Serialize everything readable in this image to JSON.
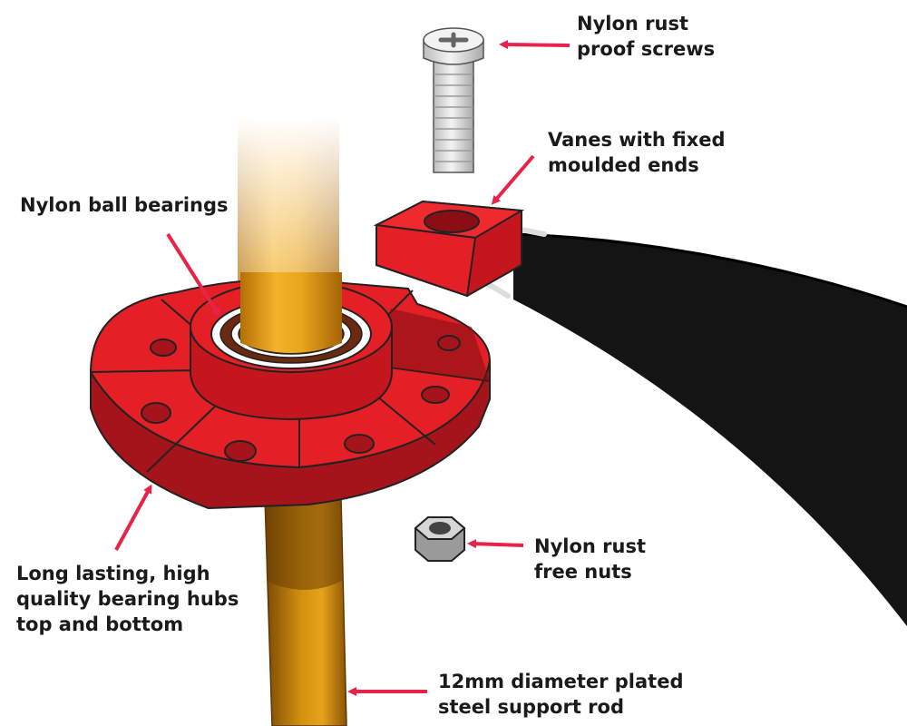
{
  "labels": {
    "screws": [
      "Nylon rust",
      "proof screws"
    ],
    "vanes": [
      "Vanes with fixed",
      "moulded ends"
    ],
    "bearings": [
      "Nylon ball bearings"
    ],
    "nuts": [
      "Nylon rust",
      "free nuts"
    ],
    "hubs": [
      "Long lasting, high",
      "quality bearing hubs",
      "top and bottom"
    ],
    "rod": [
      "12mm diameter plated",
      "steel support rod"
    ]
  },
  "colors": {
    "hub_red": "#e41f26",
    "hub_dark": "#a5141a",
    "rod_gold": "#e09c12",
    "arrow": "#e8234a",
    "vane_black": "#141414",
    "metal": "#cfcfcf"
  }
}
